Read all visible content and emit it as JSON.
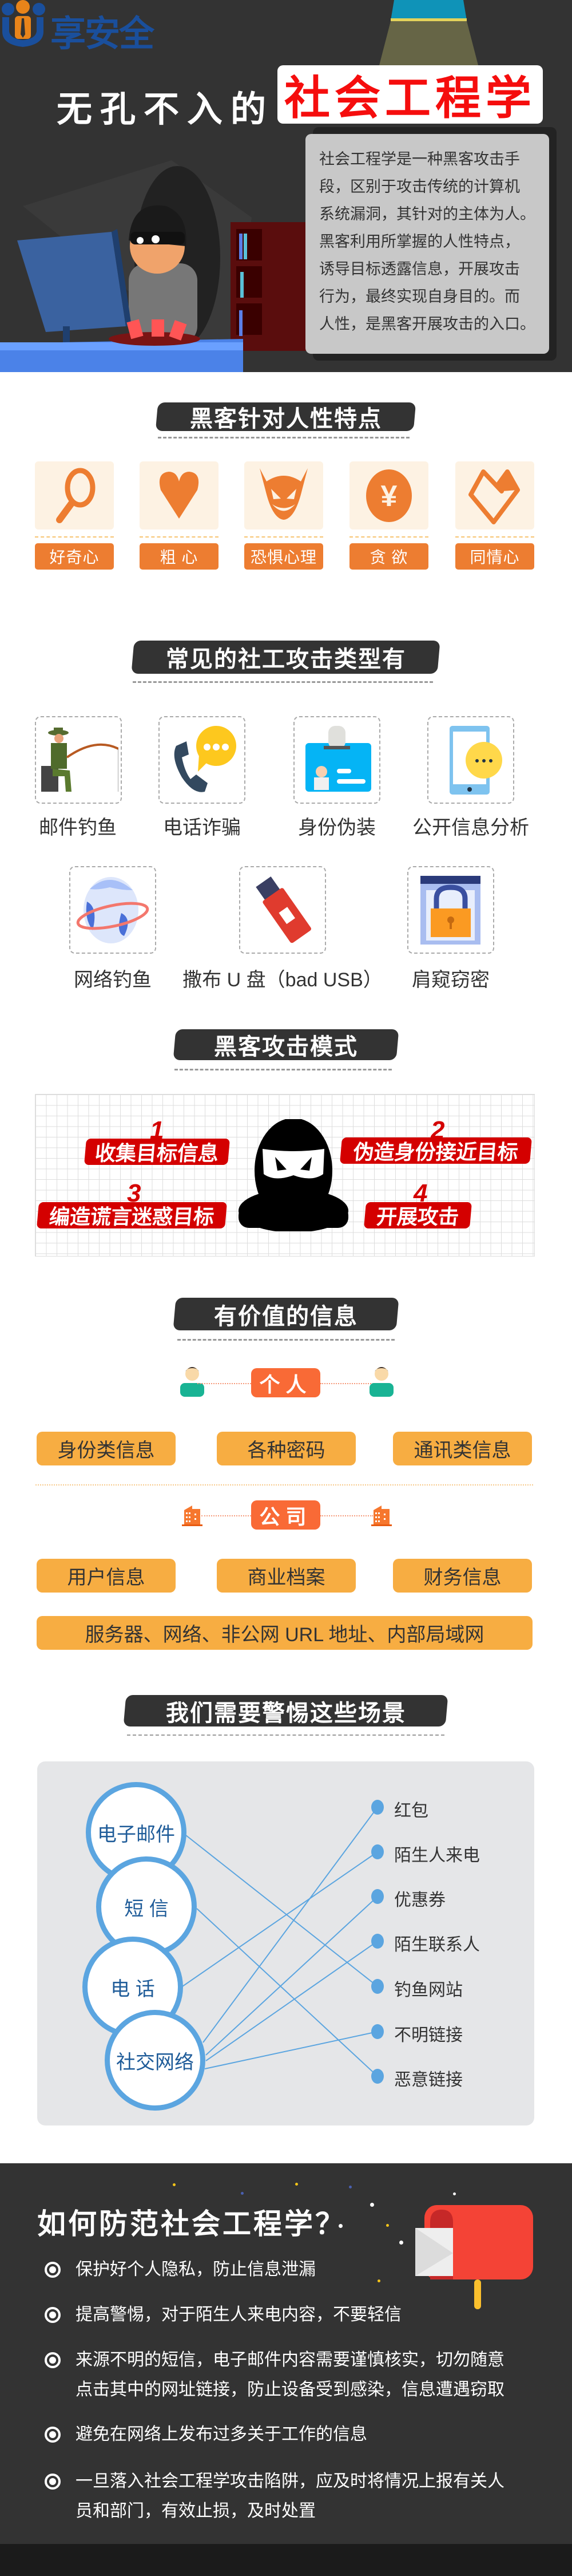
{
  "brand": {
    "logo_text": "享安全"
  },
  "hero": {
    "title_prefix": "无孔不入的",
    "title_highlight": "社会工程学",
    "description_lines": [
      "社会工程学是一种黑客攻击手",
      "段，区别于攻击传统的计算机",
      "系统漏洞，其针对的主体为人。",
      "黑客利用所掌握的人性特点，",
      "诱导目标透露信息，开展攻击",
      "行为，最终实现自身目的。而",
      "人性，是黑客开展攻击的入口。"
    ]
  },
  "traits": {
    "heading": "黑客针对人性特点",
    "items": [
      {
        "label": "好奇心",
        "icon": "magnifier-icon"
      },
      {
        "label": "粗 心",
        "icon": "heart-icon"
      },
      {
        "label": "恐惧心理",
        "icon": "devil-icon"
      },
      {
        "label": "贪 欲",
        "icon": "yen-coin-icon"
      },
      {
        "label": "同情心",
        "icon": "handshake-heart-icon"
      }
    ],
    "color": "#ED7D31"
  },
  "attack_types": {
    "heading": "常见的社工攻击类型有",
    "items": [
      {
        "label": "邮件钓鱼",
        "icon": "fisherman-icon"
      },
      {
        "label": "电话诈骗",
        "icon": "phone-chat-icon"
      },
      {
        "label": "身份伪装",
        "icon": "id-badge-icon"
      },
      {
        "label": "公开信息分析",
        "icon": "mobile-chat-icon"
      },
      {
        "label": "网络钓鱼",
        "icon": "globe-icon"
      },
      {
        "label": "撒布 U 盘（bad USB）",
        "icon": "usb-drive-icon"
      },
      {
        "label": "肩窥窃密",
        "icon": "padlock-icon"
      }
    ]
  },
  "attack_mode": {
    "heading": "黑客攻击模式",
    "steps": [
      {
        "num": "1",
        "label": "收集目标信息"
      },
      {
        "num": "2",
        "label": "伪造身份接近目标"
      },
      {
        "num": "3",
        "label": "编造谎言迷惑目标"
      },
      {
        "num": "4",
        "label": "开展攻击"
      }
    ]
  },
  "valuable_info": {
    "heading": "有价值的信息",
    "personal": {
      "label": "个人",
      "items": [
        "身份类信息",
        "各种密码",
        "通讯类信息"
      ]
    },
    "company": {
      "label": "公司",
      "items": [
        "用户信息",
        "商业档案",
        "财务信息"
      ],
      "wide_item": "服务器、网络、非公网 URL 地址、内部局域网"
    }
  },
  "scenarios": {
    "heading": "我们需要警惕这些场景",
    "channels": [
      "电子邮件",
      "短 信",
      "电 话",
      "社交网络"
    ],
    "threats": [
      "红包",
      "陌生人来电",
      "优惠券",
      "陌生联系人",
      "钓鱼网站",
      "不明链接",
      "恶意链接"
    ],
    "connections": [
      [
        0,
        4
      ],
      [
        1,
        6
      ],
      [
        2,
        1
      ],
      [
        3,
        0
      ],
      [
        3,
        2
      ],
      [
        3,
        3
      ],
      [
        3,
        5
      ]
    ]
  },
  "prevention": {
    "title": "如何防范社会工程学？",
    "items": [
      [
        "保护好个人隐私，防止信息泄漏"
      ],
      [
        "提高警惕，对于陌生人来电内容，不要轻信"
      ],
      [
        "来源不明的短信，电子邮件内容需要谨慎核实，切勿随意",
        "点击其中的网址链接，防止设备受到感染，信息遭遇窃取"
      ],
      [
        "避免在网络上发布过多关于工作的信息"
      ],
      [
        "一旦落入社会工程学攻击陷阱，应及时将情况上报有关人",
        "员和部门，有效止损，及时处置"
      ]
    ]
  }
}
